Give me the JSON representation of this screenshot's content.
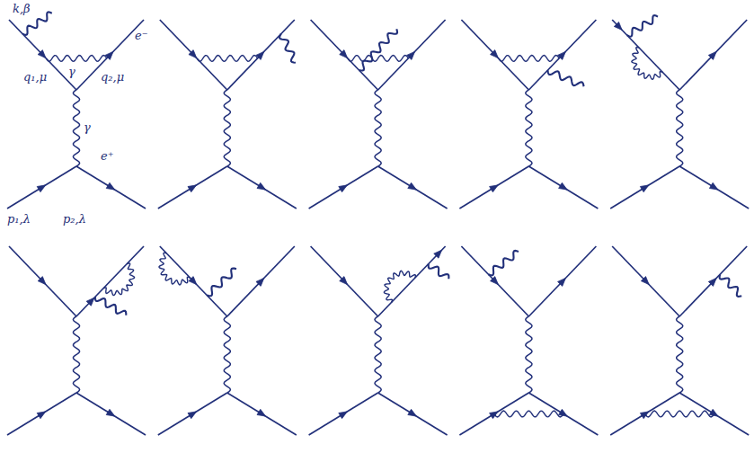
{
  "diagram": {
    "labels": [
      "k,β",
      "γ",
      "e⁻",
      "q₁,μ",
      "q₂,μ",
      "γ",
      "e⁺",
      "p₁,λ",
      "p₂,λ"
    ]
  }
}
